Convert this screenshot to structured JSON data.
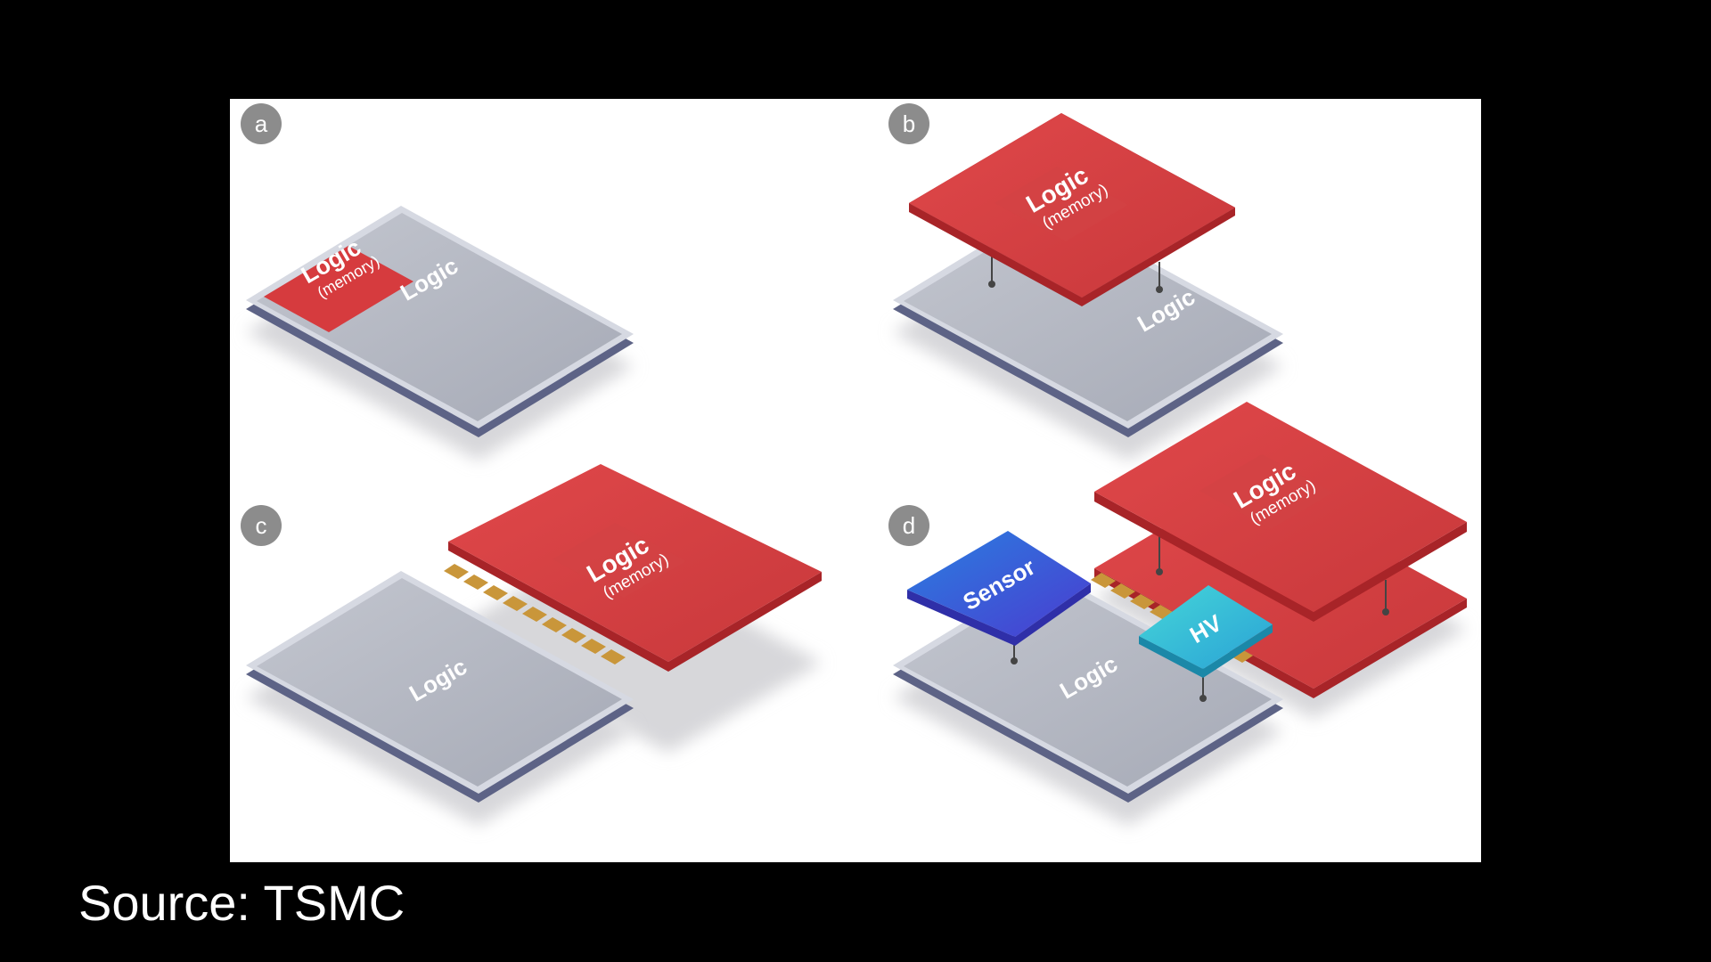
{
  "panels": [
    {
      "label": "a",
      "base_label": "Logic",
      "top_label": "Logic",
      "top_sublabel": "(memory)"
    },
    {
      "label": "b",
      "base_label": "Logic",
      "top_label": "Logic",
      "top_sublabel": "(memory)"
    },
    {
      "label": "c",
      "base_label": "Logic",
      "top_label": "Logic",
      "top_sublabel": "(memory)"
    },
    {
      "label": "d",
      "base_label": "Logic",
      "top_label": "Logic",
      "top_sublabel": "(memory)",
      "sensor_label": "Sensor",
      "hv_label": "HV"
    }
  ],
  "source_text": "Source: TSMC",
  "colors": {
    "background": "#000000",
    "figure_bg": "#ffffff",
    "logic_gray": "#aeb2bd",
    "logic_rim": "#d6d9e2",
    "logic_edge": "#5d6386",
    "memory_red": "#d63b3e",
    "memory_red_dark": "#9f2025",
    "sensor_blue": "#3451d6",
    "hv_cyan": "#2fc0d2",
    "bump_gold": "#c9963a",
    "label_badge": "#8c8c8c"
  }
}
